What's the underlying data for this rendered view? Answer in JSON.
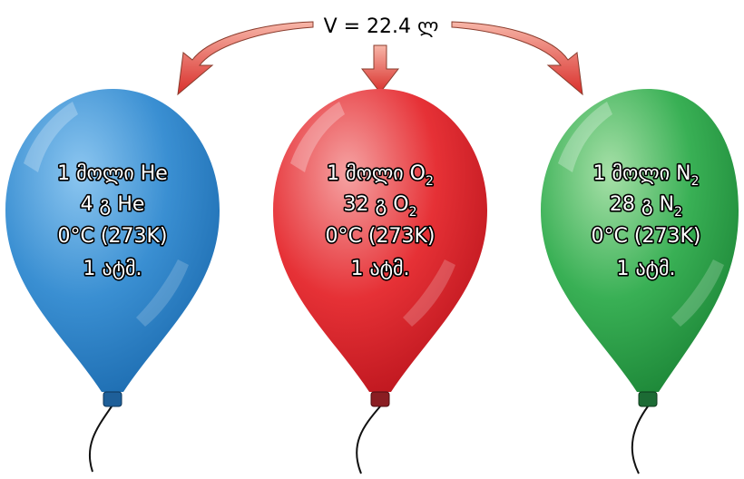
{
  "volume_label": "V = 22.4 ლ",
  "colors": {
    "helium": "#2f86cc",
    "oxygen": "#e3242b",
    "nitrogen": "#2fa84a",
    "arrow": "#d92f2b",
    "string": "#111111"
  },
  "balloons": [
    {
      "gas": "He",
      "line1": "1 მოლი He",
      "line2": "4 გ He",
      "line3": "0°C (273K)",
      "line4": "1 ატმ."
    },
    {
      "gas": "O2",
      "line1_main": "1 მოლი O",
      "line1_sub": "2",
      "line2_main": "32 გ O",
      "line2_sub": "2",
      "line3": "0°C (273K)",
      "line4": "1 ატმ."
    },
    {
      "gas": "N2",
      "line1_main": "1 მოლი N",
      "line1_sub": "2",
      "line2_main": "28 გ N",
      "line2_sub": "2",
      "line3": "0°C (273K)",
      "line4": "1 ატმ."
    }
  ]
}
